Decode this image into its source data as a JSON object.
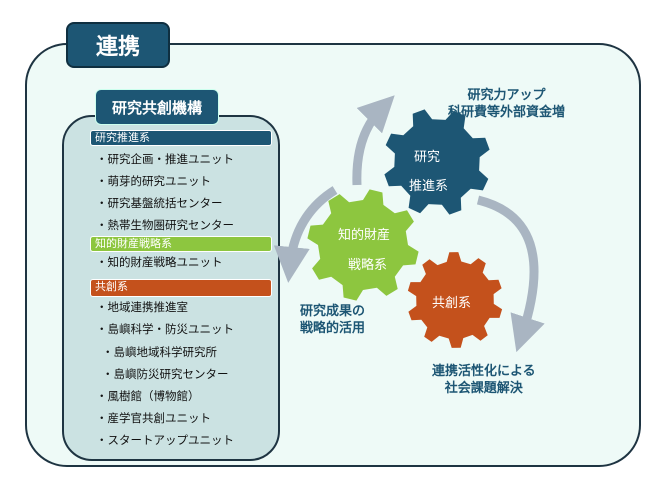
{
  "title": "連携",
  "org": {
    "title": "研究共創機構",
    "groups": [
      {
        "name": "研究推進系",
        "color": "#1d5674",
        "items": [
          "・研究企画・推進ユニット",
          "・萌芽的研究ユニット",
          "・研究基盤統括センター",
          "・熱帯生物圏研究センター"
        ]
      },
      {
        "name": "知的財産戦略系",
        "color": "#8dc63f",
        "items": [
          "・知的財産戦略ユニット"
        ]
      },
      {
        "name": "共創系",
        "color": "#c4511c",
        "items": [
          "・地域連携推進室",
          "・島嶼科学・防災ユニット",
          "・島嶼地域科学研究所",
          "・島嶼防災研究センター",
          "・風樹館（博物館）",
          "・産学官共創ユニット",
          "・スタートアップユニット"
        ]
      }
    ]
  },
  "gears": {
    "research": [
      "研究",
      "推進系"
    ],
    "ip": [
      "知的財産",
      "戦略系"
    ],
    "cocreate": "共創系"
  },
  "labels": {
    "top": [
      "研究力アップ",
      "科研費等外部資金増"
    ],
    "left": [
      "研究成果の",
      "戦略的活用"
    ],
    "bottom": [
      "連携活性化による",
      "社会課題解決"
    ]
  }
}
